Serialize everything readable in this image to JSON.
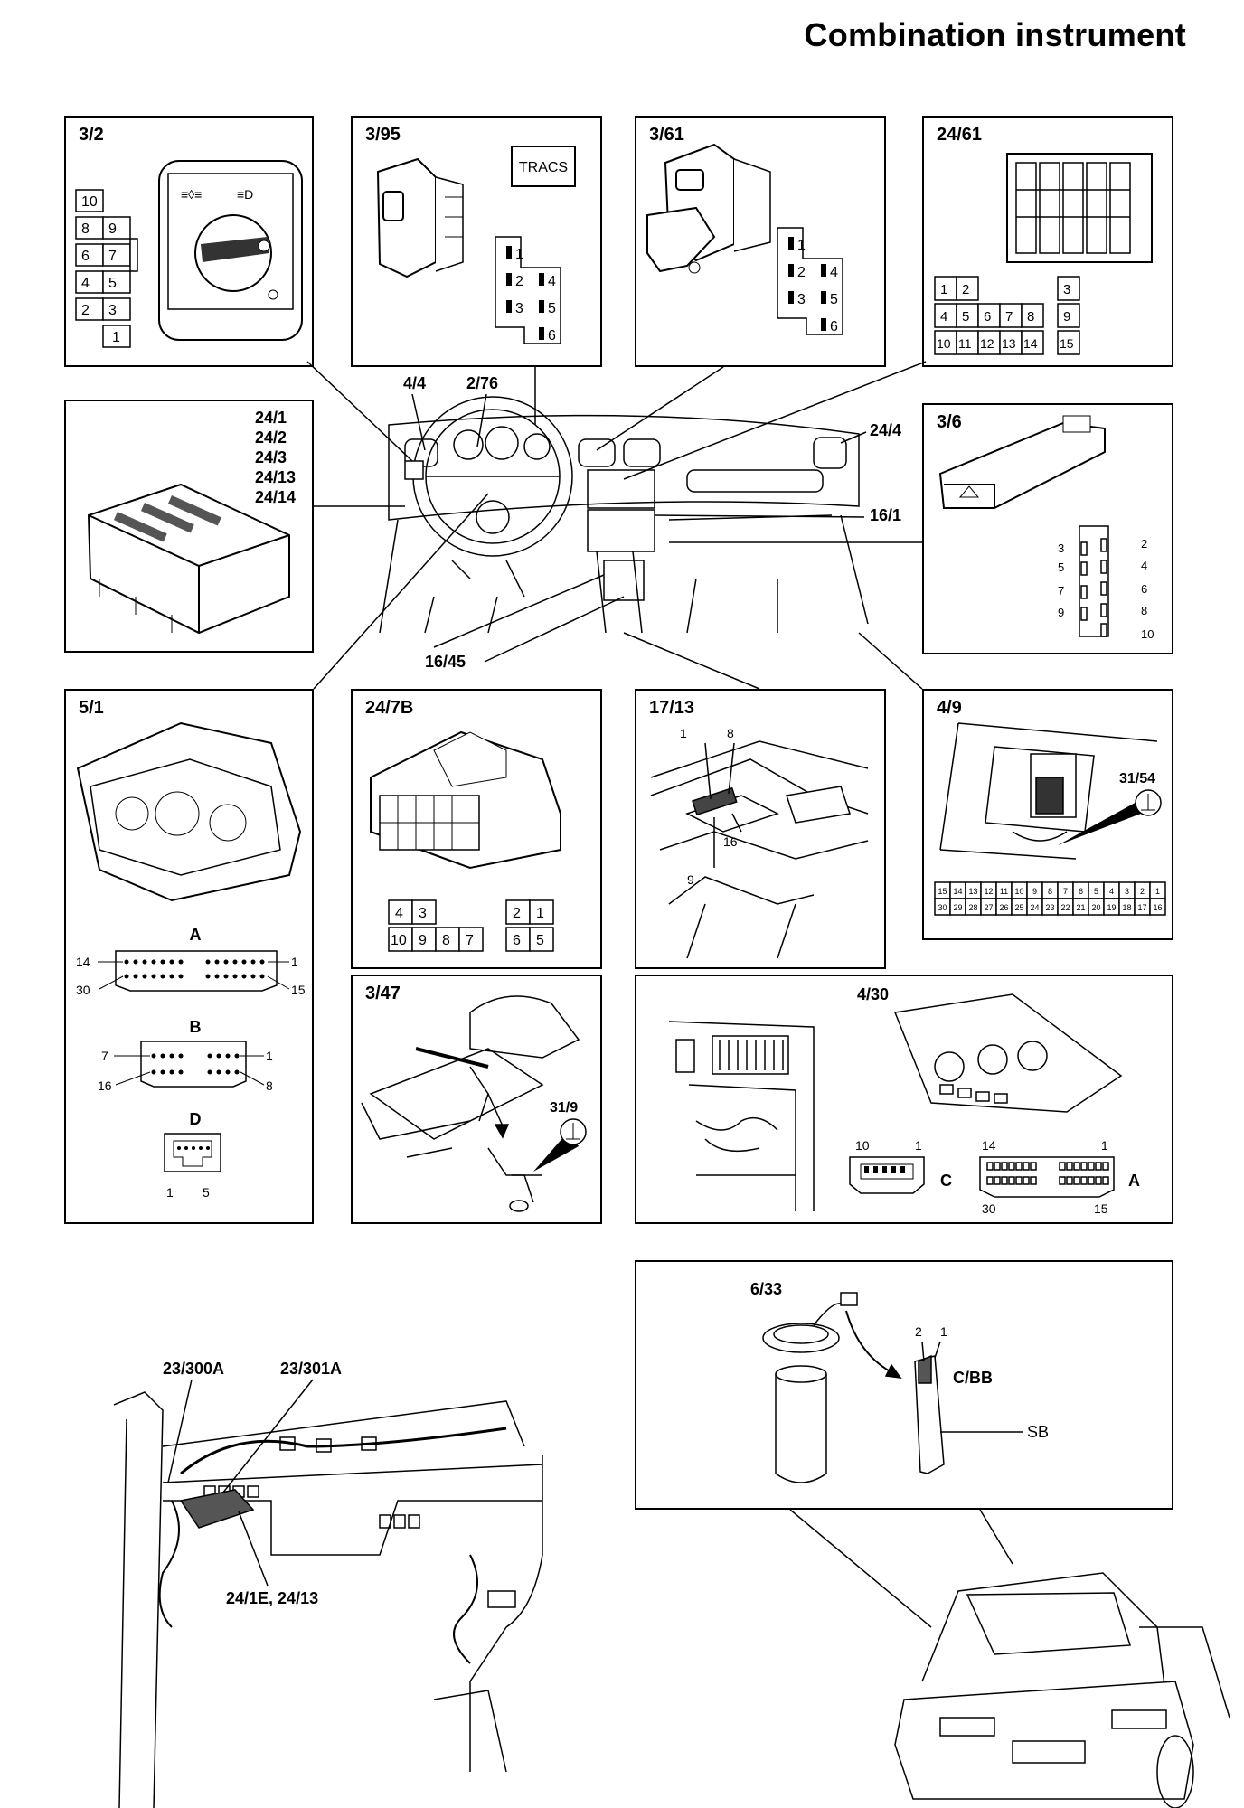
{
  "title": "Combination instrument",
  "panels": {
    "p3_2": {
      "label": "3/2",
      "grid": [
        "10",
        "8",
        "9",
        "6",
        "7",
        "4",
        "5",
        "2",
        "3",
        "1"
      ]
    },
    "p3_95": {
      "label": "3/95",
      "badge": "TRACS",
      "pins": [
        "1",
        "2",
        "3",
        "4",
        "5",
        "6"
      ]
    },
    "p3_61": {
      "label": "3/61",
      "pins": [
        "1",
        "2",
        "3",
        "4",
        "5",
        "6"
      ]
    },
    "p24_61": {
      "label": "24/61",
      "row1": [
        "1",
        "2",
        "3"
      ],
      "row2": [
        "4",
        "5",
        "6",
        "7",
        "8",
        "9"
      ],
      "row3": [
        "10",
        "11",
        "12",
        "13",
        "14",
        "15"
      ]
    },
    "p24_1": {
      "label": "24/1\n24/2\n24/3\n24/13\n24/14",
      "lines": [
        "24/1",
        "24/2",
        "24/3",
        "24/13",
        "24/14"
      ]
    },
    "p3_6": {
      "label": "3/6",
      "left": [
        "3",
        "5",
        "7",
        "9"
      ],
      "right": [
        "2",
        "4",
        "6",
        "8",
        "10"
      ]
    },
    "p5_1": {
      "label": "5/1",
      "a": "A",
      "a_pins": [
        "14",
        "1",
        "30",
        "15"
      ],
      "b": "B",
      "b_pins": [
        "7",
        "1",
        "16",
        "8"
      ],
      "d": "D",
      "d_pins": [
        "1",
        "5"
      ]
    },
    "p24_7b": {
      "label": "24/7B",
      "top": [
        "4",
        "3",
        "2",
        "1"
      ],
      "bottom": [
        "10",
        "9",
        "8",
        "7",
        "6",
        "5"
      ]
    },
    "p17_13": {
      "label": "17/13",
      "pins": [
        "1",
        "8",
        "16",
        "9"
      ]
    },
    "p4_9": {
      "label": "4/9",
      "ground": "31/54",
      "row1": [
        "15",
        "14",
        "13",
        "12",
        "11",
        "10",
        "9",
        "8",
        "7",
        "6",
        "5",
        "4",
        "3",
        "2",
        "1"
      ],
      "row2": [
        "30",
        "29",
        "28",
        "27",
        "26",
        "25",
        "24",
        "23",
        "22",
        "21",
        "20",
        "19",
        "18",
        "17",
        "16"
      ]
    },
    "p3_47": {
      "label": "3/47",
      "ground": "31/9"
    },
    "p4_30": {
      "label": "4/30",
      "c_pins": [
        "10",
        "1"
      ],
      "c": "C",
      "a_pins": [
        "14",
        "1",
        "30",
        "15"
      ],
      "a": "A"
    },
    "p6_33": {
      "label": "6/33",
      "pins": [
        "2",
        "1"
      ],
      "cbb": "C/BB",
      "sb": "SB"
    }
  },
  "callouts": {
    "dash_4_4": "4/4",
    "dash_2_76": "2/76",
    "dash_24_4": "24/4",
    "dash_16_1": "16/1",
    "dash_16_45": "16/45",
    "harness_300a": "23/300A",
    "harness_301a": "23/301A",
    "harness_24_1e": "24/1E, 24/13"
  }
}
